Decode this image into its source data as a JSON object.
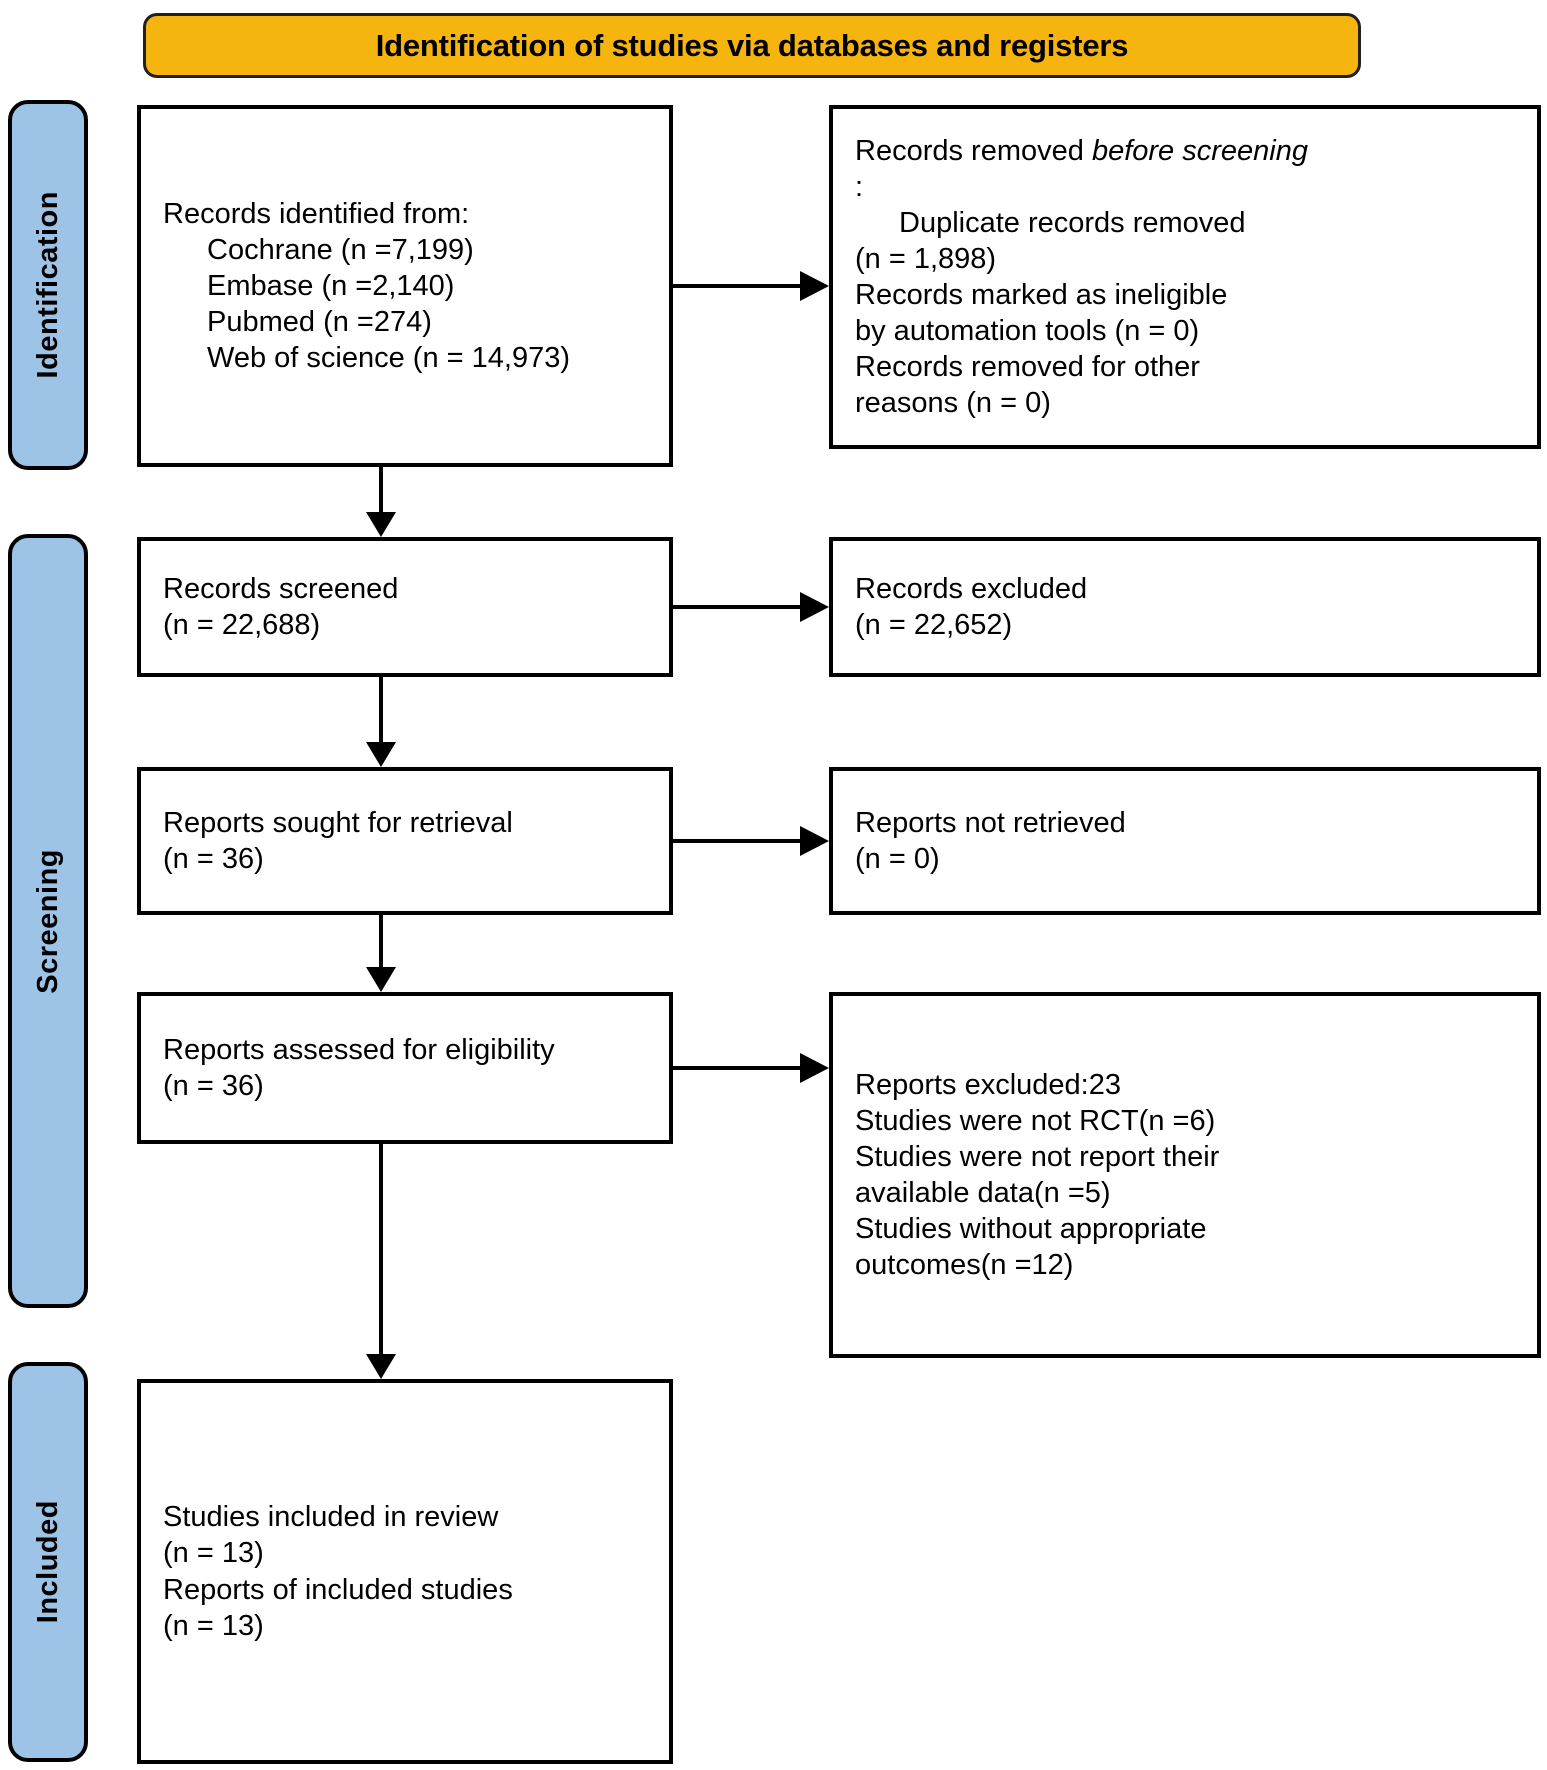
{
  "diagram": {
    "title": "PRISMA flow diagram",
    "colors": {
      "banner_fill": "#f6b40e",
      "stage_tab_fill": "#9dc3e6",
      "stroke": "#000000",
      "box_fill": "#ffffff"
    }
  },
  "banner": {
    "label": "Identification of studies via databases and registers"
  },
  "stages": [
    {
      "key": "identification",
      "label": "Identification"
    },
    {
      "key": "screening",
      "label": "Screening"
    },
    {
      "key": "included",
      "label": "Included"
    }
  ],
  "boxes": {
    "identified": {
      "name": "records-identified",
      "lines": [
        "Records identified from:",
        "Cochrane (n =7,199)",
        "Embase (n =2,140)",
        "Pubmed (n =274)",
        "Web of science (n = 14,973)"
      ]
    },
    "removed_before_screening": {
      "name": "records-removed-before-screening",
      "heading_plain": "Records removed ",
      "heading_italic": "before screening",
      "heading_colon": ":",
      "lines": [
        "Duplicate records removed",
        "(n = 1,898)",
        "Records marked as ineligible",
        "by automation tools (n = 0)",
        "Records removed for other",
        "reasons (n = 0)"
      ]
    },
    "screened": {
      "name": "records-screened",
      "lines": [
        "Records screened",
        "(n = 22,688)"
      ]
    },
    "excluded": {
      "name": "records-excluded",
      "lines": [
        "Records excluded",
        "(n = 22,652)"
      ]
    },
    "sought": {
      "name": "reports-sought-for-retrieval",
      "lines": [
        "Reports sought for retrieval",
        "(n = 36)"
      ]
    },
    "not_retrieved": {
      "name": "reports-not-retrieved",
      "lines": [
        "Reports not retrieved",
        "(n = 0)"
      ]
    },
    "assessed": {
      "name": "reports-assessed-for-eligibility",
      "lines": [
        "Reports assessed for eligibility",
        "(n = 36)"
      ]
    },
    "reports_excluded": {
      "name": "reports-excluded-with-reasons",
      "lines": [
        "Reports excluded:23",
        "Studies were not RCT(n =6)",
        "Studies were not report their",
        "available data(n =5)",
        "Studies without appropriate",
        "outcomes(n =12)"
      ]
    },
    "included": {
      "name": "studies-included-in-review",
      "lines": [
        "Studies included in review",
        "(n = 13)",
        "Reports of included studies",
        "(n = 13)"
      ]
    }
  },
  "chart_data": {
    "type": "diagram",
    "title": "Identification of studies via databases and registers",
    "nodes": [
      {
        "id": "identified",
        "stage": "Identification",
        "label": "Records identified from",
        "counts": {
          "Cochrane": 7199,
          "Embase": 2140,
          "Pubmed": 274,
          "Web of science": 14973
        }
      },
      {
        "id": "removed_before_screening",
        "stage": "Identification",
        "label": "Records removed before screening",
        "counts": {
          "Duplicate records removed": 1898,
          "Records marked as ineligible by automation tools": 0,
          "Records removed for other reasons": 0
        }
      },
      {
        "id": "screened",
        "stage": "Screening",
        "label": "Records screened",
        "n": 22688
      },
      {
        "id": "excluded",
        "stage": "Screening",
        "label": "Records excluded",
        "n": 22652
      },
      {
        "id": "sought",
        "stage": "Screening",
        "label": "Reports sought for retrieval",
        "n": 36
      },
      {
        "id": "not_retrieved",
        "stage": "Screening",
        "label": "Reports not retrieved",
        "n": 0
      },
      {
        "id": "assessed",
        "stage": "Screening",
        "label": "Reports assessed for eligibility",
        "n": 36
      },
      {
        "id": "reports_excluded",
        "stage": "Screening",
        "label": "Reports excluded",
        "n": 23,
        "counts": {
          "Studies were not RCT": 6,
          "Studies were not report their available data": 5,
          "Studies without appropriate outcomes": 12
        }
      },
      {
        "id": "included",
        "stage": "Included",
        "label": "Studies included in review",
        "n": 13,
        "counts": {
          "Reports of included studies": 13
        }
      }
    ],
    "edges": [
      {
        "from": "identified",
        "to": "removed_before_screening",
        "direction": "right"
      },
      {
        "from": "identified",
        "to": "screened",
        "direction": "down"
      },
      {
        "from": "screened",
        "to": "excluded",
        "direction": "right"
      },
      {
        "from": "screened",
        "to": "sought",
        "direction": "down"
      },
      {
        "from": "sought",
        "to": "not_retrieved",
        "direction": "right"
      },
      {
        "from": "sought",
        "to": "assessed",
        "direction": "down"
      },
      {
        "from": "assessed",
        "to": "reports_excluded",
        "direction": "right"
      },
      {
        "from": "assessed",
        "to": "included",
        "direction": "down"
      }
    ]
  }
}
